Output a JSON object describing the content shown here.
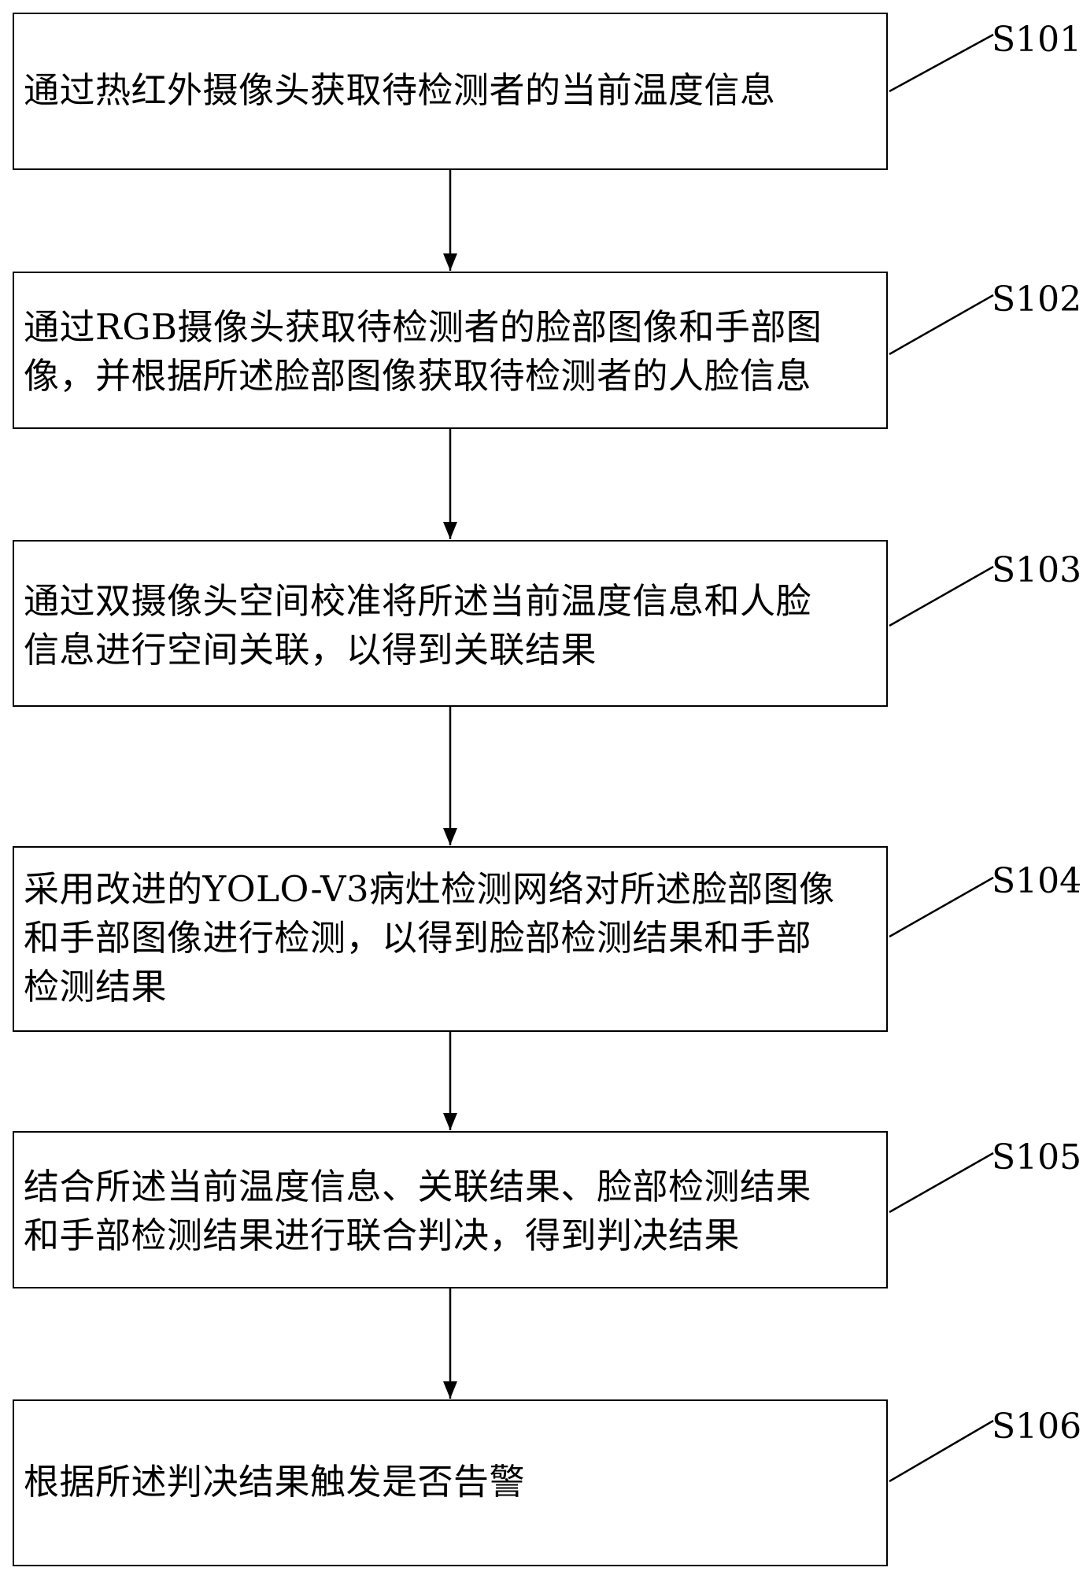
{
  "steps": [
    {
      "id": "S101",
      "text": "通过热红外摄像头获取待检测者的当前温度信息"
    },
    {
      "id": "S102",
      "text": "通过RGB摄像头获取待检测者的脸部图像和手部图\n像，并根据所述脸部图像获取待检测者的人脸信息"
    },
    {
      "id": "S103",
      "text": "通过双摄像头空间校准将所述当前温度信息和人脸\n信息进行空间关联，以得到关联结果"
    },
    {
      "id": "S104",
      "text": "采用改进的YOLO-V3病灶检测网络对所述脸部图像\n和手部图像进行检测，以得到脸部检测结果和手部\n检测结果"
    },
    {
      "id": "S105",
      "text": "结合所述当前温度信息、关联结果、脸部检测结果\n和手部检测结果进行联合判决，得到判决结果"
    },
    {
      "id": "S106",
      "text": "根据所述判决结果触发是否告警"
    }
  ],
  "colors": {
    "line": "#000000",
    "background": "#ffffff"
  }
}
